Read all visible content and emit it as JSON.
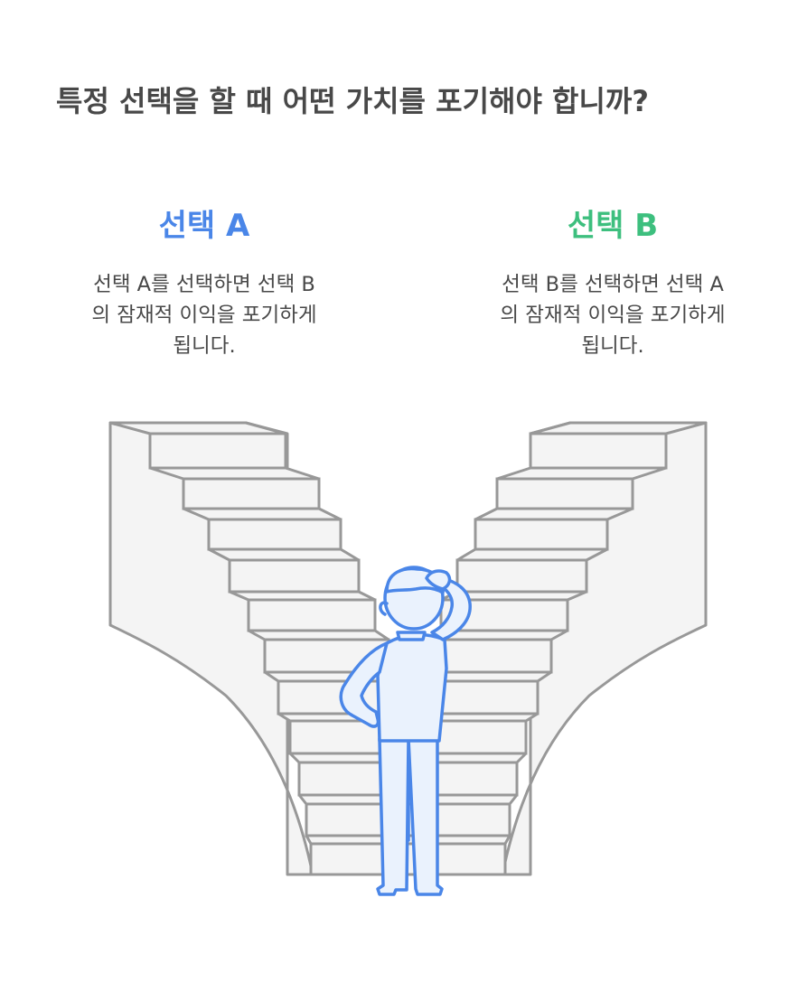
{
  "title": "특정 선택을 할 때 어떤 가치를 포기해야 합니까?",
  "colors": {
    "title_text": "#484848",
    "choice_a": "#4a86e8",
    "choice_b": "#3dbf7e",
    "stairs_fill": "#f4f4f4",
    "stairs_stroke": "#989898",
    "person_stroke": "#4a86e8",
    "person_fill": "#eaf2fd"
  },
  "choices": {
    "a": {
      "heading": "선택 A",
      "description_lines": [
        "선택 A를 선택하면 선택 B",
        "의 잠재적 이익을 포기하게",
        "됩니다."
      ]
    },
    "b": {
      "heading": "선택 B",
      "description_lines": [
        "선택 B를 선택하면 선택 A",
        "의 잠재적 이익을 포기하게",
        "됩니다."
      ]
    }
  },
  "illustration": {
    "left_stairs_icon": "staircase-up-left",
    "right_stairs_icon": "staircase-up-right",
    "person_icon": "person-scratching-head"
  }
}
